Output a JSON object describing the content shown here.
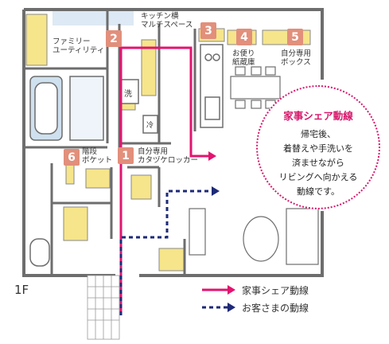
{
  "floor_label": "1F",
  "labels": {
    "kitchen": "キッチン横\nマルチスペース",
    "family": "ファミリー\nユーティリティ",
    "mail": "お便り\n紙蔵庫",
    "box": "自分専用\nボックス",
    "stair": "階段\nポケット",
    "locker": "自分専用\nカタヅケロッカー",
    "wash": "洗",
    "fridge": "冷"
  },
  "badges": [
    {
      "num": "1",
      "name": "locker"
    },
    {
      "num": "2",
      "name": "family"
    },
    {
      "num": "3",
      "name": "kitchen"
    },
    {
      "num": "4",
      "name": "mail"
    },
    {
      "num": "5",
      "name": "box"
    },
    {
      "num": "6",
      "name": "stair"
    }
  ],
  "callout": {
    "title": "家事シェア動線",
    "lines": [
      "帰宅後、",
      "着替えや手洗いを",
      "済ませながら",
      "リビングへ向かえる",
      "動線です。"
    ]
  },
  "legend": [
    {
      "label": "家事シェア動線",
      "style": "solid",
      "color": "#e3136f"
    },
    {
      "label": "お客さまの動線",
      "style": "dotted",
      "color": "#1d2a78"
    }
  ],
  "colors": {
    "accent": "#e3136f",
    "guest": "#1d2a78",
    "storage": "#f6e58a",
    "badge": "#e28f7b",
    "wall": "#6d6d6d"
  }
}
